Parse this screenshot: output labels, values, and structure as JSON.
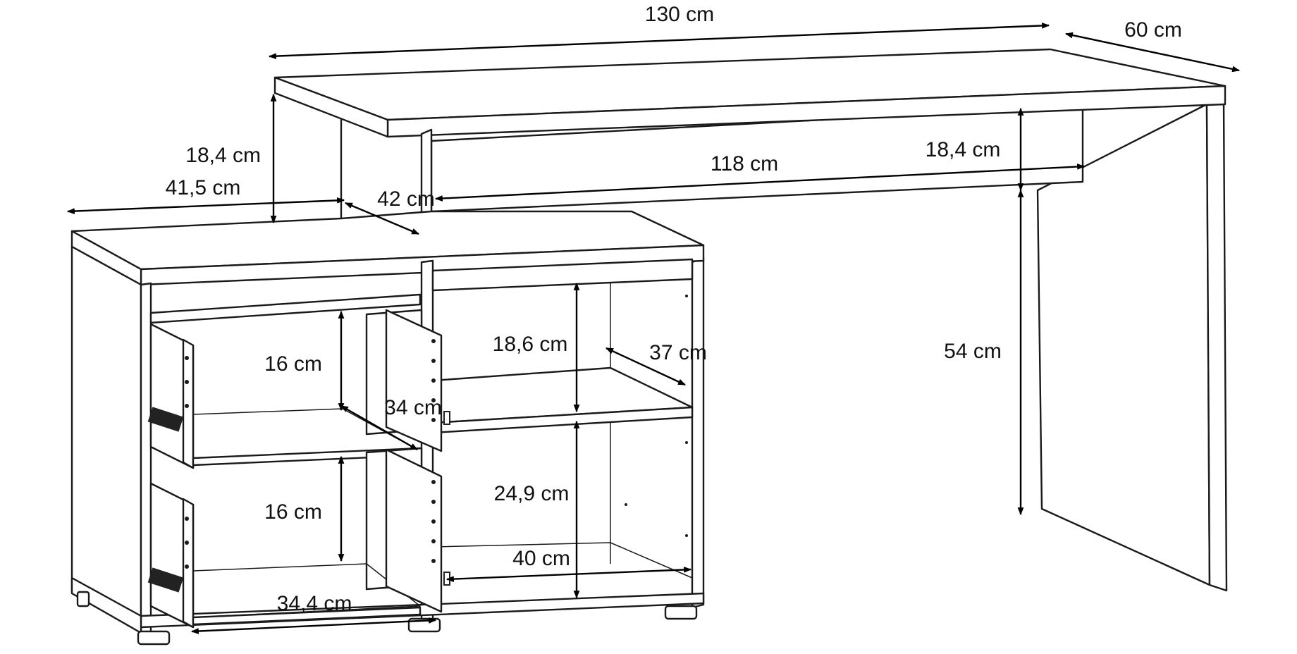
{
  "diagram": {
    "dimensions": {
      "desk_width": "130 cm",
      "desk_depth": "60 cm",
      "top_height_left": "18,4 cm",
      "cabinet_width": "41,5 cm",
      "cabinet_depth": "42 cm",
      "inner_width": "118 cm",
      "top_height_right": "18,4 cm",
      "leg_height": "54 cm",
      "drawer1_height": "16 cm",
      "drawer1_depth": "34 cm",
      "drawer2_height": "16 cm",
      "drawer2_width": "34,4 cm",
      "shelf1_height": "18,6 cm",
      "shelf_depth": "37 cm",
      "shelf2_height": "24,9 cm",
      "shelf_width": "40 cm"
    }
  }
}
